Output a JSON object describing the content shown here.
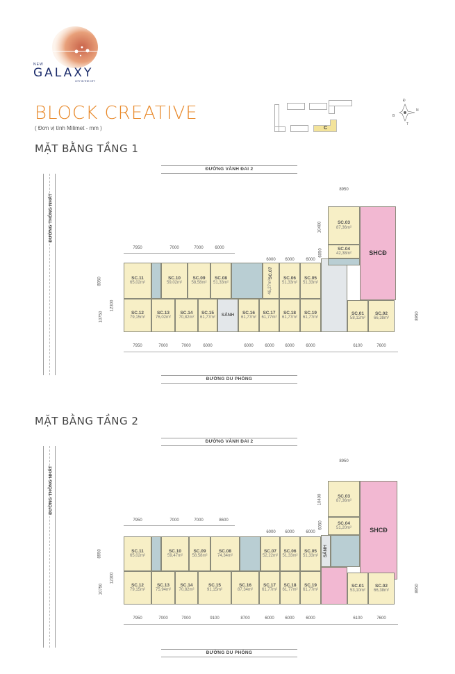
{
  "logo": {
    "top": "NEW",
    "name": "GALAXY",
    "tagline": "CITY IN THE CITY"
  },
  "header": {
    "title": "BLOCK CREATIVE",
    "unit_note": "( Đơn vị tính Milimet - mm )"
  },
  "site_plan": {
    "highlight_label": "C",
    "compass": {
      "n": "N",
      "d": "Đ",
      "b": "B",
      "t": "T"
    },
    "highlight_color": "#f3e39a"
  },
  "colors": {
    "accent": "#e8892a",
    "unit": "#f7efc6",
    "community": "#f2b8d2",
    "lobby": "#e3e7ea"
  },
  "roads": {
    "top": "ĐƯỜNG VÀNH ĐAI 2",
    "bottom": "ĐƯỜNG DU PHÒNG",
    "left": "ĐƯỜNG THÔNG NHẤT"
  },
  "floors": [
    {
      "title": "MẶT BẰNG TẦNG 1",
      "units": [
        {
          "name": "SC.11",
          "area": "65,02m²"
        },
        {
          "name": "SC.10",
          "area": "59,02m²"
        },
        {
          "name": "SC.09",
          "area": "58,58m²"
        },
        {
          "name": "SC.08",
          "area": "51,33m²"
        },
        {
          "name": "SC.07",
          "area": "46,27m²"
        },
        {
          "name": "SC.06",
          "area": "51,33m²"
        },
        {
          "name": "SC.05",
          "area": "51,33m²"
        },
        {
          "name": "SC.12",
          "area": "79,15m²"
        },
        {
          "name": "SC.13",
          "area": "76,02m²"
        },
        {
          "name": "SC.14",
          "area": "70,82m²"
        },
        {
          "name": "SC.15",
          "area": "61,77m²"
        },
        {
          "name": "SẢNH",
          "area": ""
        },
        {
          "name": "SC.16",
          "area": "61,77m²"
        },
        {
          "name": "SC.17",
          "area": "61,77m²"
        },
        {
          "name": "SC.18",
          "area": "61,77m²"
        },
        {
          "name": "SC.19",
          "area": "61,77m²"
        },
        {
          "name": "SC.03",
          "area": "87,36m²"
        },
        {
          "name": "SC.04",
          "area": "42,38m²"
        },
        {
          "name": "SHCĐ",
          "area": ""
        },
        {
          "name": "SC.01",
          "area": "58,12m²"
        },
        {
          "name": "SC.02",
          "area": "66,38m²"
        }
      ],
      "dims": {
        "top": [
          "7950",
          "7000",
          "7000",
          "6000"
        ],
        "top_right": [
          "6000",
          "6000",
          "6000"
        ],
        "wing_top": "8950",
        "wing_side": [
          "10400",
          "6050"
        ],
        "left": [
          "8950",
          "12300",
          "10750"
        ],
        "bottom": [
          "7950",
          "7000",
          "7000",
          "6000",
          "6000",
          "6000",
          "6000",
          "6000",
          "6100",
          "7600"
        ],
        "right": "8950"
      }
    },
    {
      "title": "MẶT BẰNG TẦNG 2",
      "units": [
        {
          "name": "SC.11",
          "area": "65,02m²"
        },
        {
          "name": "SC.10",
          "area": "59,47m²"
        },
        {
          "name": "SC.09",
          "area": "58,58m²"
        },
        {
          "name": "SC.08",
          "area": "74,34m²"
        },
        {
          "name": "SC.07",
          "area": "52,22m²"
        },
        {
          "name": "SC.06",
          "area": "51,33m²"
        },
        {
          "name": "SC.05",
          "area": "51,33m²"
        },
        {
          "name": "SC.12",
          "area": "79,15m²"
        },
        {
          "name": "SC.13",
          "area": "75,94m²"
        },
        {
          "name": "SC.14",
          "area": "70,82m²"
        },
        {
          "name": "SC.15",
          "area": "91,15m²"
        },
        {
          "name": "SC.16",
          "area": "87,34m²"
        },
        {
          "name": "SC.17",
          "area": "61,77m²"
        },
        {
          "name": "SC.18",
          "area": "61,77m²"
        },
        {
          "name": "SC.19",
          "area": "61,77m²"
        },
        {
          "name": "SC.03",
          "area": "87,36m²"
        },
        {
          "name": "SC.04",
          "area": "51,20m²"
        },
        {
          "name": "SẢNH",
          "area": ""
        },
        {
          "name": "SHCĐ",
          "area": ""
        },
        {
          "name": "SC.01",
          "area": "53,10m²"
        },
        {
          "name": "SC.02",
          "area": "66,38m²"
        }
      ],
      "dims": {
        "top": [
          "7950",
          "7000",
          "7000",
          "8600"
        ],
        "top_right": [
          "6000",
          "6000",
          "6000"
        ],
        "wing_top": "8950",
        "wing_side": [
          "10400",
          "6050"
        ],
        "left": [
          "8950",
          "12300",
          "10750"
        ],
        "bottom": [
          "7950",
          "7000",
          "7000",
          "9100",
          "8700",
          "6000",
          "6000",
          "6000",
          "6100",
          "7600"
        ],
        "right": "8950"
      }
    }
  ]
}
